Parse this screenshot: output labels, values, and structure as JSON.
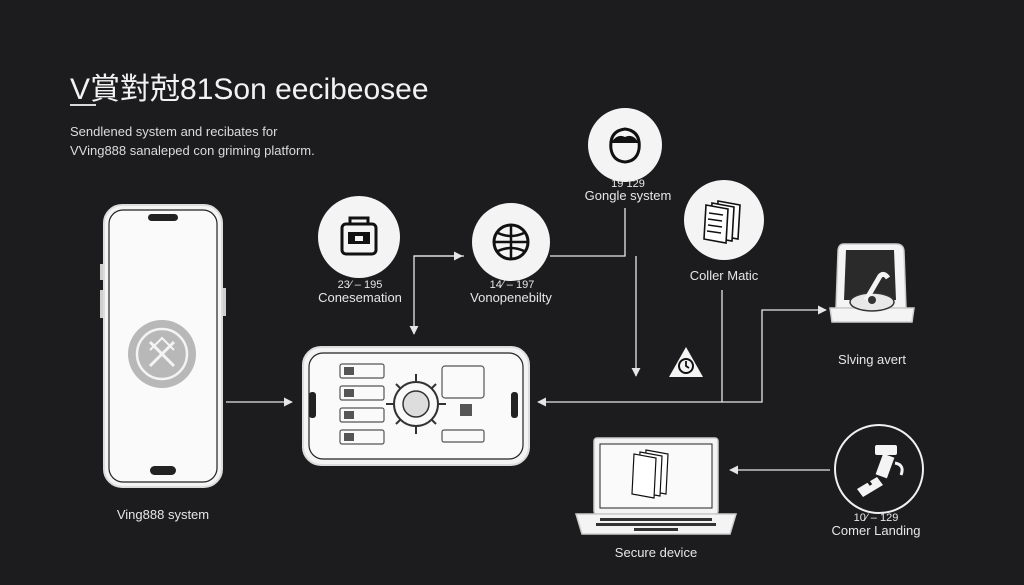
{
  "header": {
    "title": "V賞對尅81Son eecibeosee",
    "subtitle_line1": "Sendlened system and recibates for",
    "subtitle_line2": "VVing888 sanaleped con griming platform."
  },
  "nodes": {
    "phone": {
      "label": "Ving888 system"
    },
    "conservation": {
      "numbers": "23⁄  – 195",
      "label": "Conesemation"
    },
    "vulnerability": {
      "numbers": "14⁄ – 197",
      "label": "Vonopenebilty"
    },
    "google": {
      "numbers": "19    129",
      "label": "Gongle system"
    },
    "coller": {
      "label": "Coller Matic"
    },
    "slaving": {
      "label": "Slving avert"
    },
    "secure": {
      "label": "Secure device"
    },
    "corner": {
      "numbers": "10⁄  –  129",
      "label": "Comer Landing"
    }
  },
  "colors": {
    "background": "#1c1c1e",
    "stroke": "#e6e6e6",
    "fill_light": "#f4f4f4"
  }
}
